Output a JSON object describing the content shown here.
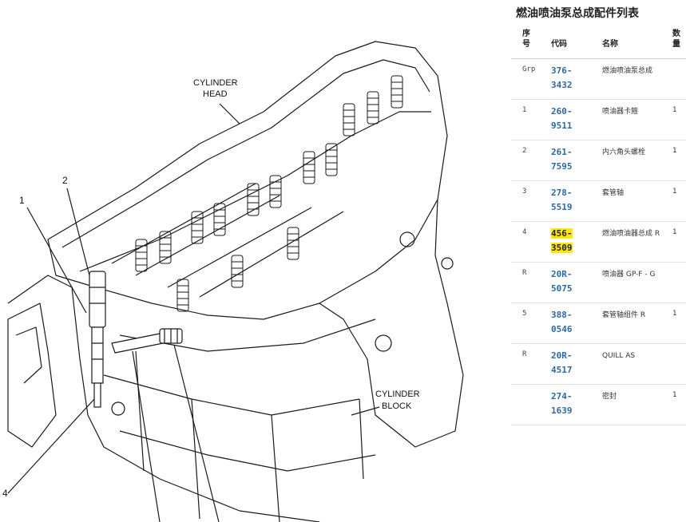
{
  "drawing": {
    "labels": {
      "cylinder_head": [
        "CYLINDER",
        "HEAD"
      ],
      "cylinder_block": [
        "CYLINDER",
        "BLOCK"
      ]
    },
    "callouts": [
      "1",
      "2",
      "4"
    ]
  },
  "parts_list": {
    "title": "燃油喷油泵总成配件列表",
    "headers": {
      "seq": "序号",
      "code": "代码",
      "name": "名称",
      "qty": "数量"
    },
    "rows": [
      {
        "seq": "Grp",
        "code": "376-3432",
        "name": "燃油喷油泵总成",
        "qty": "",
        "highlight": false
      },
      {
        "seq": "1",
        "code": "260-9511",
        "name": "喷油器卡箍",
        "qty": "1",
        "highlight": false
      },
      {
        "seq": "2",
        "code": "261-7595",
        "name": "内六角头螺栓",
        "qty": "1",
        "highlight": false
      },
      {
        "seq": "3",
        "code": "278-5519",
        "name": "套管轴",
        "qty": "1",
        "highlight": false
      },
      {
        "seq": "4",
        "code": "456-3509",
        "name": "燃油喷油器总成 R",
        "qty": "1",
        "highlight": true
      },
      {
        "seq": "R",
        "code": "20R-5075",
        "name": "喷油器 GP-F - G",
        "qty": "",
        "highlight": false
      },
      {
        "seq": "5",
        "code": "388-0546",
        "name": "套管轴组件 R",
        "qty": "1",
        "highlight": false
      },
      {
        "seq": "R",
        "code": "20R-4517",
        "name": "QUILL AS",
        "qty": "",
        "highlight": false
      },
      {
        "seq": "",
        "code": "274-1639",
        "name": "密封",
        "qty": "1",
        "highlight": false
      }
    ]
  }
}
